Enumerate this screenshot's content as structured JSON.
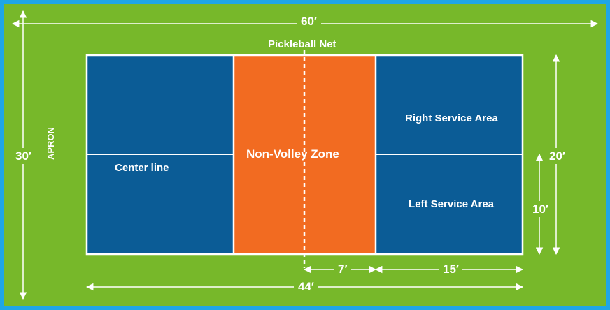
{
  "diagram": {
    "title_net": "Pickleball Net",
    "zones": {
      "non_volley": "Non-Volley Zone",
      "right_service": "Right Service Area",
      "left_service": "Left Service Area",
      "center_line": "Center line",
      "apron": "APRON"
    },
    "dimensions": {
      "total_length": "60′",
      "total_width": "30′",
      "court_length": "44′",
      "court_width": "20′",
      "service_half_width": "10′",
      "kitchen_depth": "7′",
      "service_depth": "15′"
    },
    "colors": {
      "apron": "#77b82a",
      "service_area": "#0b5c96",
      "non_volley_zone": "#f26b21",
      "lines": "#ffffff",
      "frame": "#1fa6e6"
    }
  }
}
